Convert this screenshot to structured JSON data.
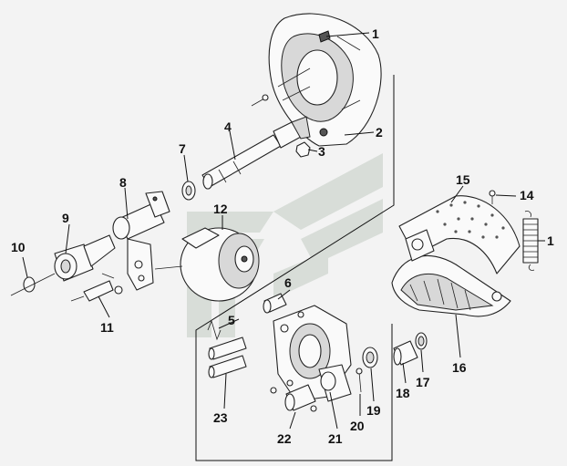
{
  "callouts": [
    {
      "id": "c1a",
      "text": "1"
    },
    {
      "id": "c2",
      "text": "2"
    },
    {
      "id": "c3",
      "text": "3"
    },
    {
      "id": "c4",
      "text": "4"
    },
    {
      "id": "c7",
      "text": "7"
    },
    {
      "id": "c8",
      "text": "8"
    },
    {
      "id": "c9",
      "text": "9"
    },
    {
      "id": "c10",
      "text": "10"
    },
    {
      "id": "c11",
      "text": "11"
    },
    {
      "id": "c12",
      "text": "12"
    },
    {
      "id": "c15",
      "text": "15"
    },
    {
      "id": "c14",
      "text": "14"
    },
    {
      "id": "c1b",
      "text": "1"
    },
    {
      "id": "c6",
      "text": "6"
    },
    {
      "id": "c5",
      "text": "5"
    },
    {
      "id": "c16",
      "text": "16"
    },
    {
      "id": "c17",
      "text": "17"
    },
    {
      "id": "c18",
      "text": "18"
    },
    {
      "id": "c19",
      "text": "19"
    },
    {
      "id": "c20",
      "text": "20"
    },
    {
      "id": "c21",
      "text": "21"
    },
    {
      "id": "c22",
      "text": "22"
    },
    {
      "id": "c23",
      "text": "23"
    }
  ],
  "colors": {
    "watermark": "#cfd6cf",
    "line": "#111111",
    "background": "#f3f3f3"
  }
}
